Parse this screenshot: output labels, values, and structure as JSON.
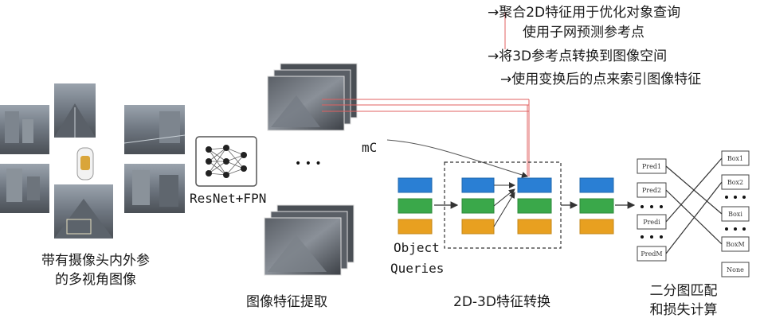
{
  "notes": [
    "→聚合2D特征用于优化对象查询",
    "使用子网预测参考点",
    "→将3D参考点转换到图像空间",
    "→使用变换后的点来索引图像特征"
  ],
  "labels": {
    "backbone": "ResNet+FPN",
    "mc": "mC",
    "dots": "• • •",
    "queries_line1": "Object",
    "queries_line2": "Queries"
  },
  "captions": {
    "multiview_line1": "带有摄像头内外参",
    "multiview_line2": "的多视角图像",
    "features": "图像特征提取",
    "transform": "2D-3D特征转换",
    "matching_line1": "二分图匹配",
    "matching_line2": "和损失计算"
  },
  "preds": [
    "Pred1",
    "Pred2",
    "Predi",
    "PredM"
  ],
  "boxes": [
    "Box1",
    "Box2",
    "Boxi",
    "BoxM",
    "None"
  ],
  "colors": {
    "blue": "#2a7fd4",
    "green": "#3aa84a",
    "orange": "#e8a020",
    "red_line": "#e06060"
  }
}
